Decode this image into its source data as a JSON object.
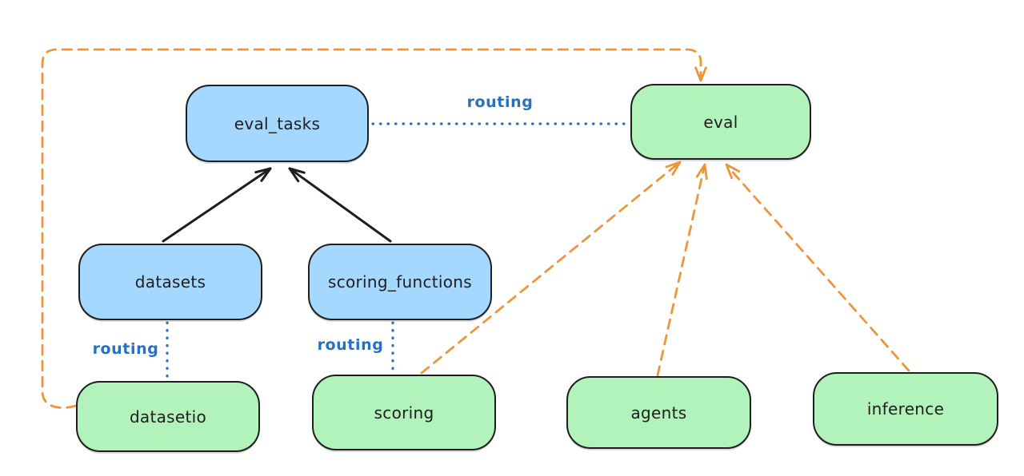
{
  "diagram": {
    "type": "architecture-flow-diagram",
    "background": "#ffffff",
    "colors": {
      "api_fill_blue": "#a5d8ff",
      "provider_fill_green": "#b2f2bb",
      "shape_stroke": "#1e1e1e",
      "routing_blue": "#2e6fc0",
      "routing_label_blue": "#2571c4",
      "provider_arrow_orange": "#ec963c"
    },
    "nodes": {
      "eval_tasks": {
        "label": "eval_tasks",
        "fill": "#a5d8ff"
      },
      "eval": {
        "label": "eval",
        "fill": "#b2f2bb"
      },
      "datasets": {
        "label": "datasets",
        "fill": "#a5d8ff"
      },
      "scoring_functions": {
        "label": "scoring_functions",
        "fill": "#a5d8ff"
      },
      "datasetio": {
        "label": "datasetio",
        "fill": "#b2f2bb"
      },
      "scoring": {
        "label": "scoring",
        "fill": "#b2f2bb"
      },
      "agents": {
        "label": "agents",
        "fill": "#b2f2bb"
      },
      "inference": {
        "label": "inference",
        "fill": "#b2f2bb"
      }
    },
    "edge_labels": {
      "routing_top": "routing",
      "routing_left": "routing",
      "routing_mid": "routing"
    },
    "edges": [
      {
        "from": "datasets",
        "to": "eval_tasks",
        "style": "solid-arrow",
        "color": "#1e1e1e"
      },
      {
        "from": "scoring_functions",
        "to": "eval_tasks",
        "style": "solid-arrow",
        "color": "#1e1e1e"
      },
      {
        "from": "eval_tasks",
        "to": "eval",
        "style": "dotted-line",
        "label": "routing",
        "color": "#2e6fc0"
      },
      {
        "from": "datasets",
        "to": "datasetio",
        "style": "dotted-line",
        "label": "routing",
        "color": "#2e6fc0"
      },
      {
        "from": "scoring_functions",
        "to": "scoring",
        "style": "dotted-line",
        "label": "routing",
        "color": "#2e6fc0"
      },
      {
        "from": "datasetio",
        "to": "eval",
        "style": "dashed-arrow",
        "color": "#ec963c"
      },
      {
        "from": "scoring",
        "to": "eval",
        "style": "dashed-arrow",
        "color": "#ec963c"
      },
      {
        "from": "agents",
        "to": "eval",
        "style": "dashed-arrow",
        "color": "#ec963c"
      },
      {
        "from": "inference",
        "to": "eval",
        "style": "dashed-arrow",
        "color": "#ec963c"
      }
    ]
  }
}
